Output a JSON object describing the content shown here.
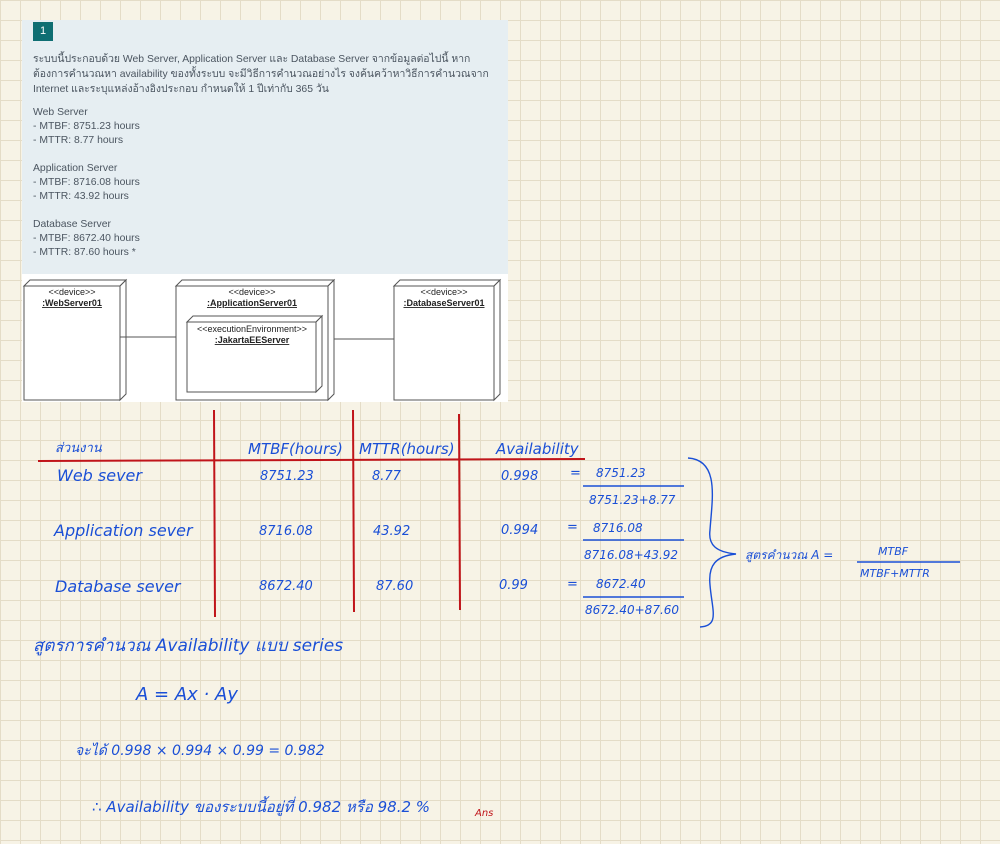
{
  "question": {
    "number": "1",
    "lines": [
      "ระบบนี้ประกอบด้วย Web Server, Application Server และ Database Server จากข้อมูลต่อไปนี้ หาก",
      "ต้องการคำนวณหา availability ของทั้งระบบ จะมีวิธีการคำนวณอย่างไร จงค้นคว้าหาวิธีการคำนวณจาก",
      "Internet และระบุแหล่งอ้างอิงประกอบ กำหนดให้ 1 ปีเท่ากับ 365 วัน"
    ],
    "servers": [
      {
        "name": "Web Server",
        "mtbf": "- MTBF: 8751.23 hours",
        "mttr": "- MTTR: 8.77 hours"
      },
      {
        "name": "Application Server",
        "mtbf": "- MTBF: 8716.08 hours",
        "mttr": "- MTTR: 43.92 hours"
      },
      {
        "name": "Database Server",
        "mtbf": "- MTBF: 8672.40 hours",
        "mttr": "- MTTR: 87.60 hours *"
      }
    ]
  },
  "diagram": {
    "stereotype": "<<device>>",
    "exec_stereotype": "<<executionEnvironment>>",
    "web": ":WebServer01",
    "app": ":ApplicationServer01",
    "exec": ":JakartaEEServer",
    "db": ":DatabaseServer01"
  },
  "notes": {
    "headers": [
      "ส่วนงาน",
      "MTBF(hours)",
      "MTTR(hours)",
      "Availability"
    ],
    "rows": [
      {
        "name": "Web sever",
        "mtbf": "8751.23",
        "mttr": "8.77",
        "avail": "0.998",
        "num": "8751.23",
        "den": "8751.23+8.77"
      },
      {
        "name": "Application sever",
        "mtbf": "8716.08",
        "mttr": "43.92",
        "avail": "0.994",
        "num": "8716.08",
        "den": "8716.08+43.92"
      },
      {
        "name": "Database sever",
        "mtbf": "8672.40",
        "mttr": "87.60",
        "avail": "0.99",
        "num": "8672.40",
        "den": "8672.40+87.60"
      }
    ],
    "eq": "=",
    "formula_label": "สูตรคำนวณ  A =",
    "formula_num": "MTBF",
    "formula_den": "MTBF+MTTR",
    "series_title": "สูตรการคำนวณ Availability แบบ series",
    "series_formula": "A  =  Ax · Ay",
    "result_line": "จะได้      0.998 × 0.994 × 0.99 =   0.982",
    "conclusion": "∴   Availability ของระบบนี้อยู่ที่  0.982  หรือ   98.2 %",
    "ans": "Ans"
  }
}
